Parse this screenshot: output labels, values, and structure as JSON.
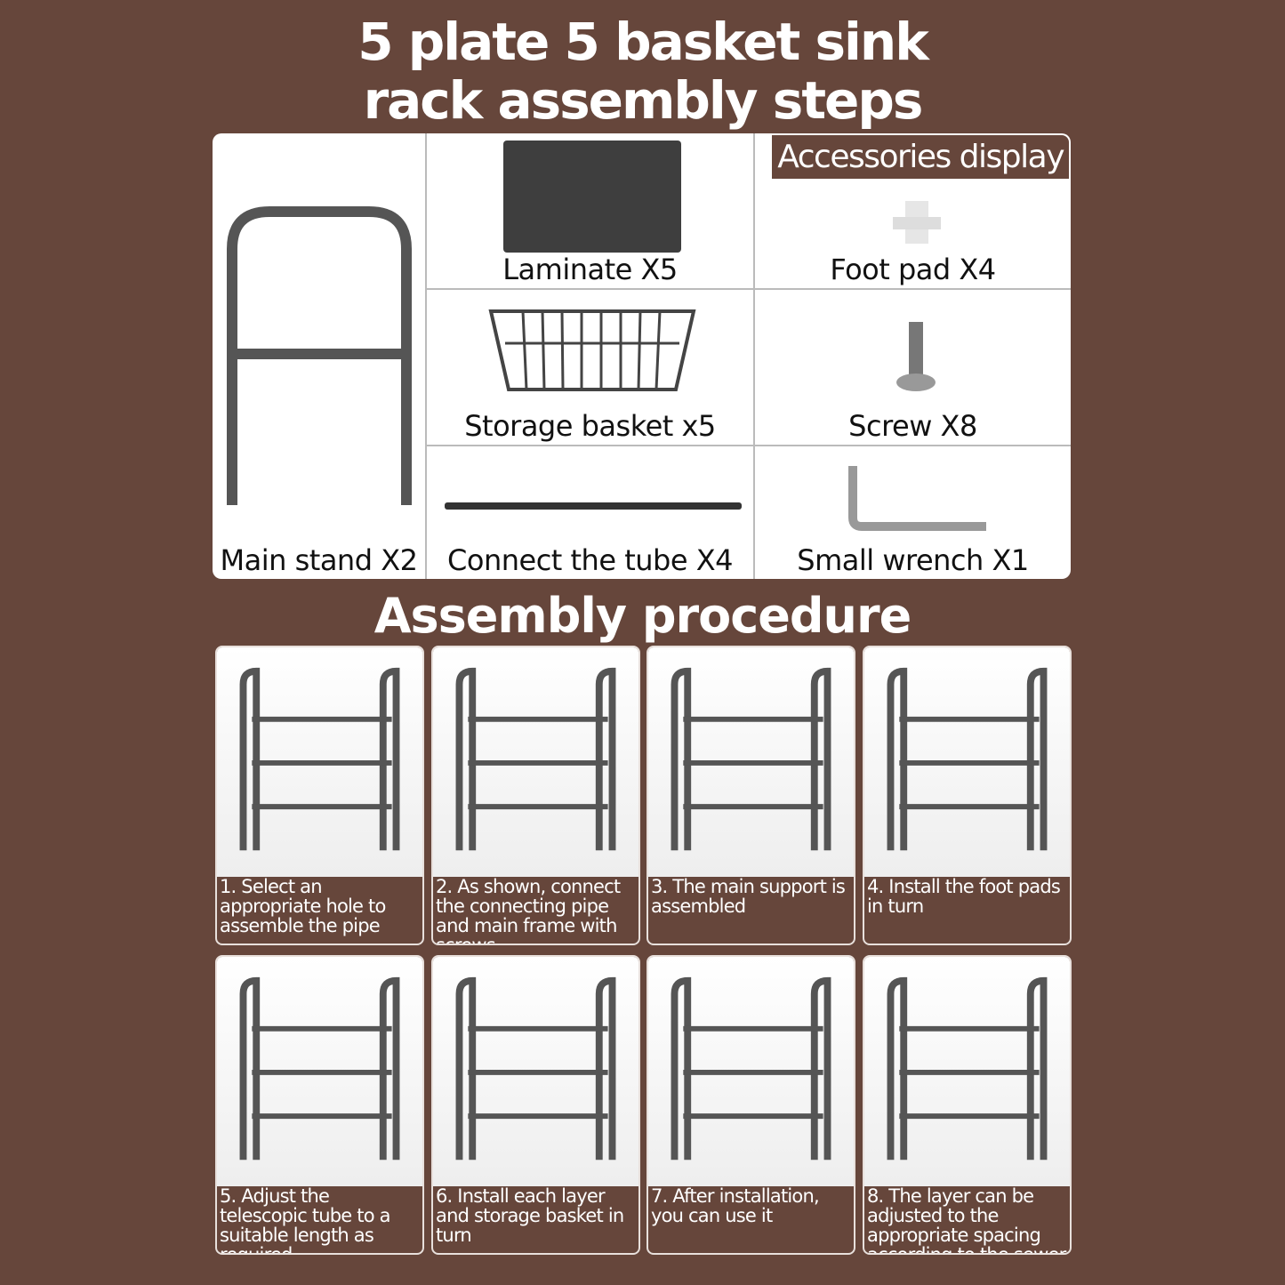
{
  "header": {
    "title_line1": "5 plate 5 basket sink",
    "title_line2": "rack assembly steps"
  },
  "accessories": {
    "tag": "Accessories display",
    "items": [
      {
        "label": "Main stand X2",
        "icon": "main-stand"
      },
      {
        "label": "Laminate X5",
        "icon": "laminate"
      },
      {
        "label": "Foot pad X4",
        "icon": "foot-pad"
      },
      {
        "label": "Storage basket x5",
        "icon": "basket"
      },
      {
        "label": "Screw X8",
        "icon": "screw"
      },
      {
        "label": "Connect the tube X4",
        "icon": "tube"
      },
      {
        "label": "Small wrench X1",
        "icon": "wrench"
      }
    ]
  },
  "procedure": {
    "title": "Assembly procedure",
    "steps": [
      {
        "caption": "1. Select an appropriate hole to assemble the pipe"
      },
      {
        "caption": "2. As shown, connect the connecting pipe and main frame with screws"
      },
      {
        "caption": "3. The main support is assembled"
      },
      {
        "caption": "4. Install the foot pads in turn"
      },
      {
        "caption": "5. Adjust the telescopic tube to a suitable length as required"
      },
      {
        "caption": "6. Install each layer and storage basket in turn"
      },
      {
        "caption": "7. After installation, you can use it"
      },
      {
        "caption": "8. The layer can be adjusted to the appropriate spacing according to the sewer pipe"
      }
    ]
  },
  "colors": {
    "background": "#66463b",
    "frame": "#555555"
  }
}
